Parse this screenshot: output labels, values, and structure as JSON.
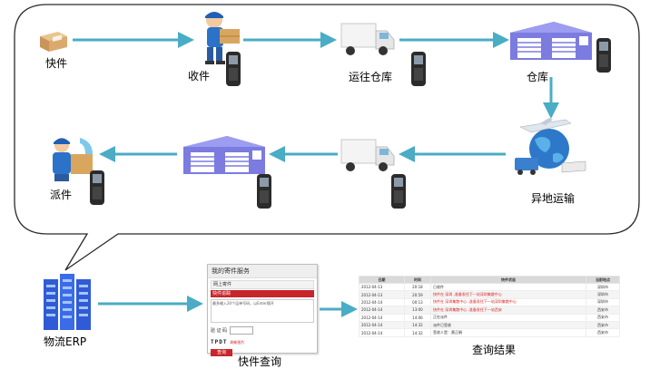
{
  "flow": {
    "nodes": [
      {
        "id": "parcel",
        "label": "快件"
      },
      {
        "id": "pickup",
        "label": "收件"
      },
      {
        "id": "to_warehouse",
        "label": "运往仓库"
      },
      {
        "id": "warehouse",
        "label": "仓库"
      },
      {
        "id": "remote_transport",
        "label": "异地运输"
      },
      {
        "id": "delivery",
        "label": "派件"
      }
    ]
  },
  "erp": {
    "label": "物流ERP"
  },
  "query_form": {
    "caption": "快件查询",
    "header": "我的寄件服务",
    "tab_online": "网上寄件",
    "tab_tracking": "快件追踪",
    "textarea_hint": "最多输入20个运单号码，以Enter隔开",
    "captcha_label": "验 证 码",
    "captcha_code": "TPDT",
    "refresh_label": "刷新图片",
    "submit_label": "查询"
  },
  "query_result": {
    "caption": "查询结果",
    "columns": [
      "日期",
      "时间",
      "快件状态",
      "当前地点"
    ],
    "rows": [
      [
        "2012-04-13",
        "20:18",
        "已收件",
        "深圳市"
      ],
      [
        "2012-04-13",
        "20:59",
        "快件在 深圳 ,准备发往下一站深圳集散中心",
        "深圳市"
      ],
      [
        "2012-04-14",
        "00:13",
        "快件在 深圳集散中心 ,准备发往下一站深圳集散中心",
        "深圳市"
      ],
      [
        "2012-04-14",
        "13:00",
        "快件在 深圳集散中心 ,准备发往下一站西安",
        "西安市"
      ],
      [
        "2012-04-14",
        "14:06",
        "正在派件",
        "西安市"
      ],
      [
        "2012-04-14",
        "14:32",
        "派件已签收",
        "西安市"
      ],
      [
        "2012-04-14",
        "14:32",
        "签收人是：黄正娟",
        "西安市"
      ]
    ]
  },
  "colors": {
    "arrow": "#4aacc5",
    "bubble_border": "#2a2a2a",
    "warehouse": "#7b7be0",
    "accent_red": "#c8262b"
  }
}
